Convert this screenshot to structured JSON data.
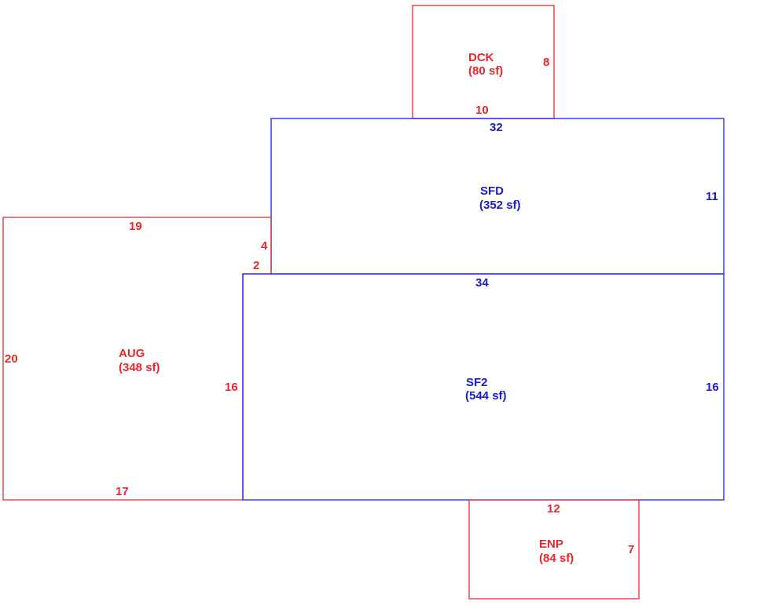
{
  "colors": {
    "red": "#e8262b",
    "blue": "#1a1aff",
    "blue_text": "#1a1ac8",
    "background": "#ffffff"
  },
  "areas": {
    "dck": {
      "code": "DCK",
      "area": "(80 sf)",
      "dims": {
        "side": "8",
        "bottom": "10"
      }
    },
    "sfd": {
      "code": "SFD",
      "area": "(352 sf)",
      "dims": {
        "top": "32",
        "side": "11"
      }
    },
    "aug": {
      "code": "AUG",
      "area": "(348 sf)",
      "dims": {
        "top": "19",
        "side_upper": "4",
        "step": "2",
        "left": "20",
        "right": "16",
        "bottom": "17"
      }
    },
    "sf2": {
      "code": "SF2",
      "area": "(544 sf)",
      "dims": {
        "top": "34",
        "side": "16"
      }
    },
    "enp": {
      "code": "ENP",
      "area": "(84 sf)",
      "dims": {
        "top": "12",
        "side": "7"
      }
    }
  }
}
